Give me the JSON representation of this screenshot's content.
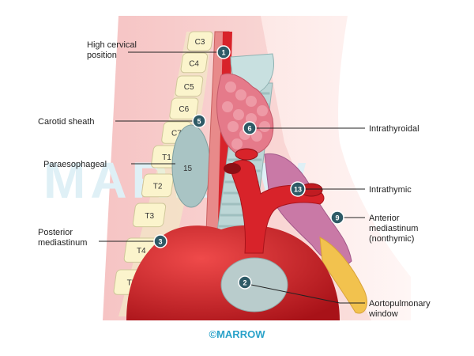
{
  "vertebrae": [
    "C3",
    "C4",
    "C5",
    "C6",
    "C7",
    "T1",
    "T2",
    "T3",
    "T4",
    "T5"
  ],
  "labels": {
    "high_cervical": [
      "High cervical",
      "position"
    ],
    "carotid_sheath": "Carotid sheath",
    "paraesophageal": "Paraesophageal",
    "posterior_mediastinum": [
      "Posterior",
      "mediastinum"
    ],
    "intrathyroidal": "Intrathyroidal",
    "intrathymic": "Intrathymic",
    "anterior_mediastinum": [
      "Anterior",
      "mediastinum",
      "(nonthymic)"
    ],
    "aortopulmonary": [
      "Aortopulmonary",
      "window"
    ]
  },
  "badges": {
    "high_cervical": "1",
    "aortopulmonary": "2",
    "posterior_mediastinum": "3",
    "carotid_sheath": "5",
    "intrathyroidal": "6",
    "anterior_mediastinum": "9",
    "intrathymic": "13"
  },
  "region_number": "15",
  "watermark": "MARROW",
  "brand": "©MARROW",
  "colors": {
    "badge": "#2e5a66",
    "vertebra": "#fbf4cc",
    "artery": "#d8232a",
    "thyroid": "#e57a8a",
    "thymus": "#c979a6",
    "trachea": "#bcd6d6",
    "brand": "#2aa2c9"
  }
}
